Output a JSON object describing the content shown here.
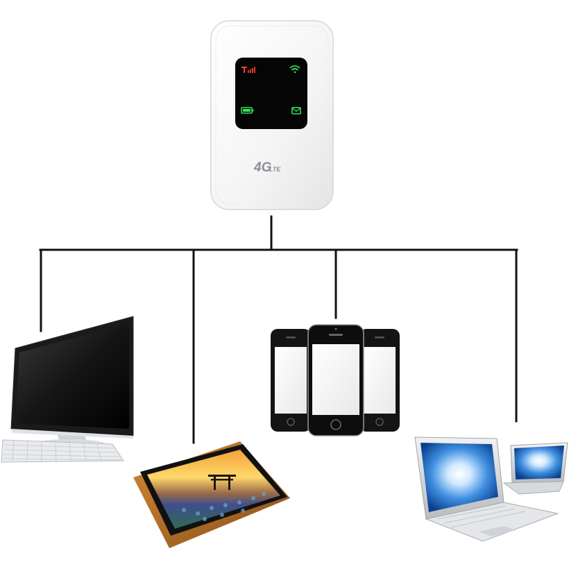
{
  "router": {
    "badge_main": "4G",
    "badge_sub": "LTE",
    "indicators": [
      "signal-icon",
      "wifi-icon",
      "battery-icon",
      "message-icon"
    ],
    "led_colors": {
      "signal": "#ff3b30",
      "wifi": "#35e05a",
      "battery": "#35e05a",
      "message": "#35e05a"
    }
  },
  "devices": [
    "desktop-monitor",
    "tablet",
    "smartphones",
    "laptops"
  ],
  "colors": {
    "connector": "#111111",
    "body": "#f6f6f6",
    "screen": "#050505"
  }
}
